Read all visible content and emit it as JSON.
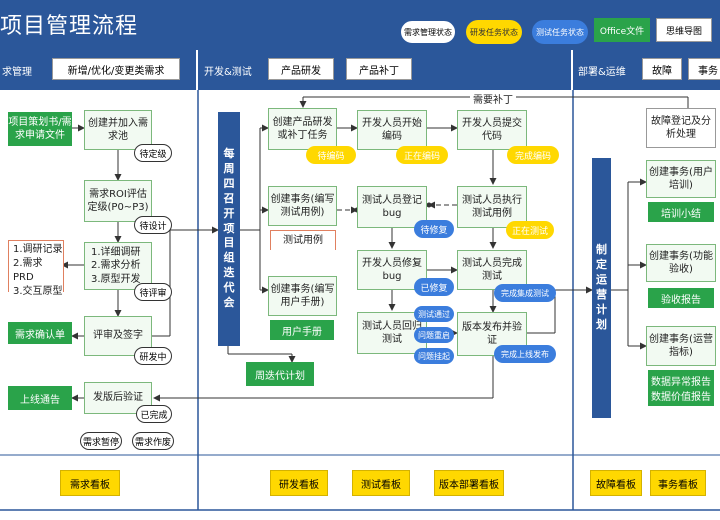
{
  "title": "项目管理流程",
  "legend": {
    "req_status": "需求管理状态",
    "dev_status": "研发任务状态",
    "test_status": "测试任务状态",
    "office": "Office文件",
    "mindmap": "思维导图"
  },
  "lanes": {
    "req": {
      "name": "求管理",
      "tab": "新增/优化/变更类需求"
    },
    "dev": {
      "name": "开发&测试",
      "tab1": "产品研发",
      "tab2": "产品补丁"
    },
    "ops": {
      "name": "部署&运维",
      "tab1": "故障",
      "tab2": "事务"
    }
  },
  "req": {
    "doc1": "项目策划书/需求申请文件",
    "box1": "创建并加入需求池",
    "s1": "待定级",
    "box2": "需求ROI评估定级(P0~P3)",
    "s2": "待设计",
    "doc2_l1": "1.调研记录",
    "doc2_l2": "2.需求PRD",
    "doc2_l3": "3.交互原型",
    "box3_l1": "1.详细调研",
    "box3_l2": "2.需求分析",
    "box3_l3": "3.原型开发",
    "s3": "待评审",
    "confirm": "需求确认单",
    "box4": "评审及签字",
    "s4": "研发中",
    "notify": "上线通告",
    "box5": "发版后验证",
    "s5": "已完成",
    "s6": "需求暂停",
    "s7": "需求作废"
  },
  "dev": {
    "weekly": "每周四召开项目组迭代会",
    "patch_label": "需要补丁",
    "b_create": "创建产品研发或补丁任务",
    "d_wait": "待编码",
    "b_start": "开发人员开始编码",
    "d_coding": "正在编码",
    "b_submit": "开发人员提交代码",
    "d_done": "完成编码",
    "b_testcase": "创建事务(编写测试用例)",
    "doc_testcase": "测试用例",
    "b_bug": "测试人员登记bug",
    "t_fix": "待修复",
    "b_exec": "测试人员执行测试用例",
    "t_testing": "正在测试",
    "b_fixbug": "开发人员修复bug",
    "t_fixed": "已修复",
    "b_done_test": "测试人员完成测试",
    "d_int": "完成集成测试",
    "b_manual": "创建事务(编写用户手册)",
    "manual": "用户手册",
    "b_regress": "测试人员回归测试",
    "t_pass": "测试通过",
    "t_reopen": "问题重启",
    "t_hold": "问题挂起",
    "b_release": "版本发布并验证",
    "d_release": "完成上线发布",
    "weekly_plan": "周迭代计划"
  },
  "ops": {
    "plan": "制定运营计划",
    "fault": "故障登记及分析处理",
    "tr_box": "创建事务(用户培训)",
    "tr": "培训小结",
    "acc_box": "创建事务(功能验收)",
    "acc": "验收报告",
    "ops_box": "创建事务(运营指标)",
    "rep1": "数据异常报告",
    "rep2": "数据价值报告"
  },
  "kanban": {
    "req": "需求看板",
    "dev": "研发看板",
    "test": "测试看板",
    "release": "版本部署看板",
    "fault": "故障看板",
    "affair": "事务看板"
  }
}
